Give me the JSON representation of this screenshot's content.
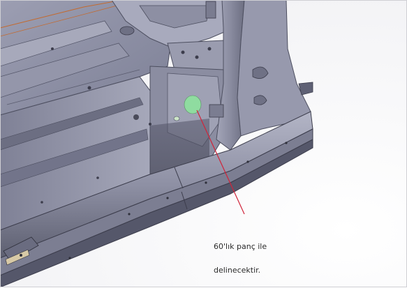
{
  "annotation": {
    "line1": "60'lık panç ile",
    "line2": "delinecektir."
  },
  "colors": {
    "body_panel": "#8c8ea3",
    "body_panel_dark": "#4a4b5a",
    "body_panel_light": "#b9bbcc",
    "background": "#ffffff",
    "hole_marker": "#8fdca0",
    "leader_line": "#d0243a",
    "edge_orange": "#c46a2e"
  },
  "scene": {
    "subject": "car-body-floor-and-sill-cad-render",
    "marker_icon": "punch-hole-marker-icon"
  }
}
